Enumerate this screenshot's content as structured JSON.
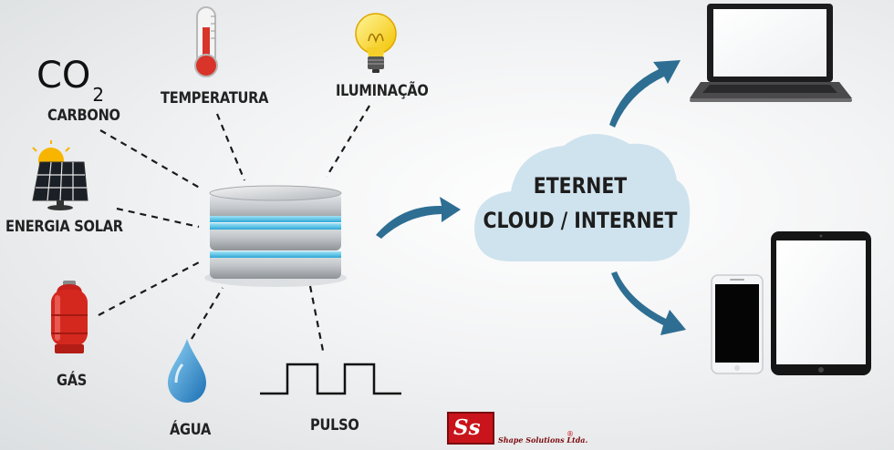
{
  "sensors": {
    "co2_main": "CO",
    "co2_sub": "2",
    "carbono": "CARBONO",
    "temperatura": "TEMPERATURA",
    "iluminacao": "ILUMINAÇÃO",
    "energia_solar": "ENERGIA SOLAR",
    "gas": "GÁS",
    "agua": "ÁGUA",
    "pulso": "PULSO"
  },
  "cloud": {
    "line1": "ETERNET",
    "line2": "CLOUD / INTERNET"
  },
  "logo": {
    "mark": "Ss",
    "company": "Shape Solutions Ltda.",
    "registered": "®"
  },
  "colors": {
    "arrow": "#2e6e93",
    "cloud": "#cfe3ee",
    "stripe": "#5fc6e8",
    "gas_red": "#d4281f",
    "water": "#2b8fd0"
  }
}
